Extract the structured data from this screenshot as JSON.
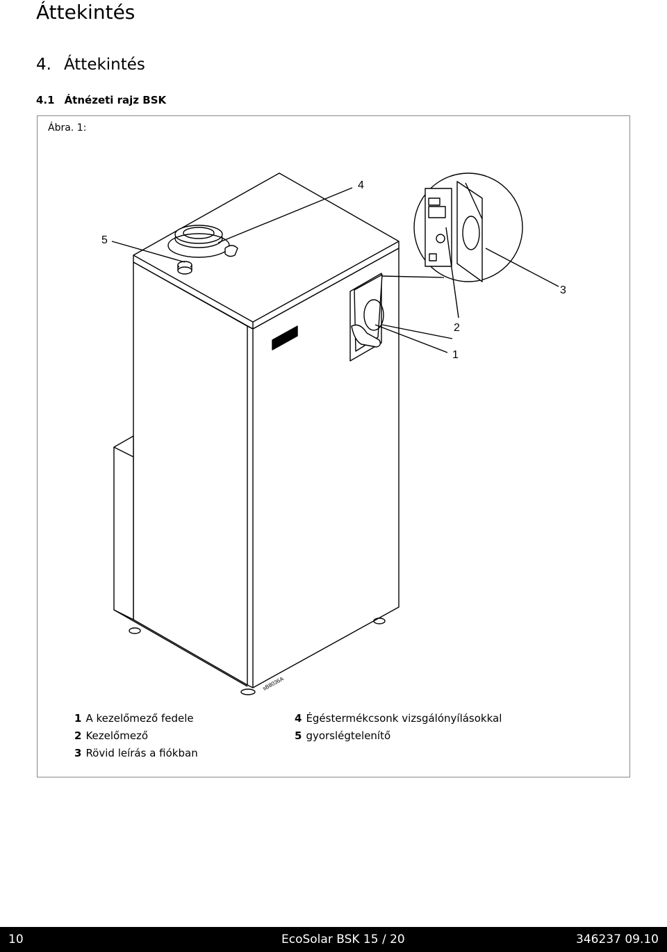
{
  "header": {
    "running_title": "Áttekintés"
  },
  "section": {
    "number": "4.",
    "title": "Áttekintés"
  },
  "subsection": {
    "number": "4.1",
    "title": "Átnézeti rajz BSK"
  },
  "figure": {
    "label": "Ábra. 1:",
    "drawing_ref": "sB8036A",
    "callouts": {
      "c1": "1",
      "c2": "2",
      "c3": "3",
      "c4": "4",
      "c5": "5"
    }
  },
  "legend": {
    "left": [
      {
        "num": "1",
        "text": "A kezelőmező fedele"
      },
      {
        "num": "2",
        "text": "Kezelőmező"
      },
      {
        "num": "3",
        "text": "Rövid leírás a fiókban"
      }
    ],
    "right": [
      {
        "num": "4",
        "text": "Égéstermékcsonk vizsgálónyílásokkal"
      },
      {
        "num": "5",
        "text": "gyorslégtelenítő"
      }
    ]
  },
  "footer": {
    "page": "10",
    "document": "EcoSolar BSK 15 / 20",
    "code": "346237 09.10"
  }
}
